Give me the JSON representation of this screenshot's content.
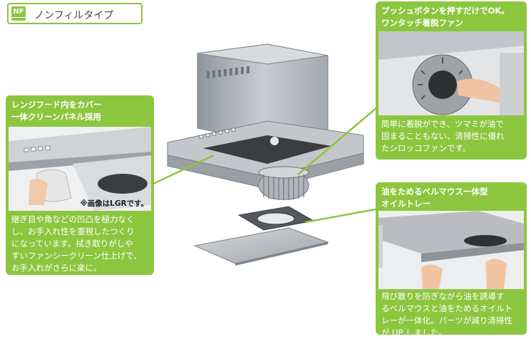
{
  "type_badge": {
    "icon_text": "NF",
    "label": "ノンフィルタイプ"
  },
  "panel_left": {
    "title_lines": [
      "レンジフード内をカバー",
      "一体クリーンパネル採用"
    ],
    "photo_note": "※画像はLGRです。",
    "desc_lines": [
      "継ぎ目や角などの凹凸を極力なく",
      "し、お手入れ性を重視したつくり",
      "になっています。拭き取りがしや",
      "すいファンシークリーン仕上げで、",
      "お手入れがさらに楽に。"
    ]
  },
  "panel_top_right": {
    "title_lines": [
      "プッシュボタンを押すだけでOK。",
      "ワンタッチ着脱ファン"
    ],
    "desc_lines": [
      "簡単に着脱ができ、ツマミが油で",
      "固まることもない、清掃性に優れ",
      "たシロッコファンです。"
    ]
  },
  "panel_bottom_right": {
    "title_lines": [
      "油をためるベルマウス一体型",
      "オイルトレー"
    ],
    "desc_lines": [
      "飛び散りを防ぎながら油を誘導す",
      "るベルマウスと油をためるオイルト",
      "レーが一体化。パーツが減り清掃性",
      "が UP しました。"
    ]
  },
  "colors": {
    "accent": "#8cc63f",
    "text": "#ffffff",
    "metal": "#b9bdc2"
  }
}
